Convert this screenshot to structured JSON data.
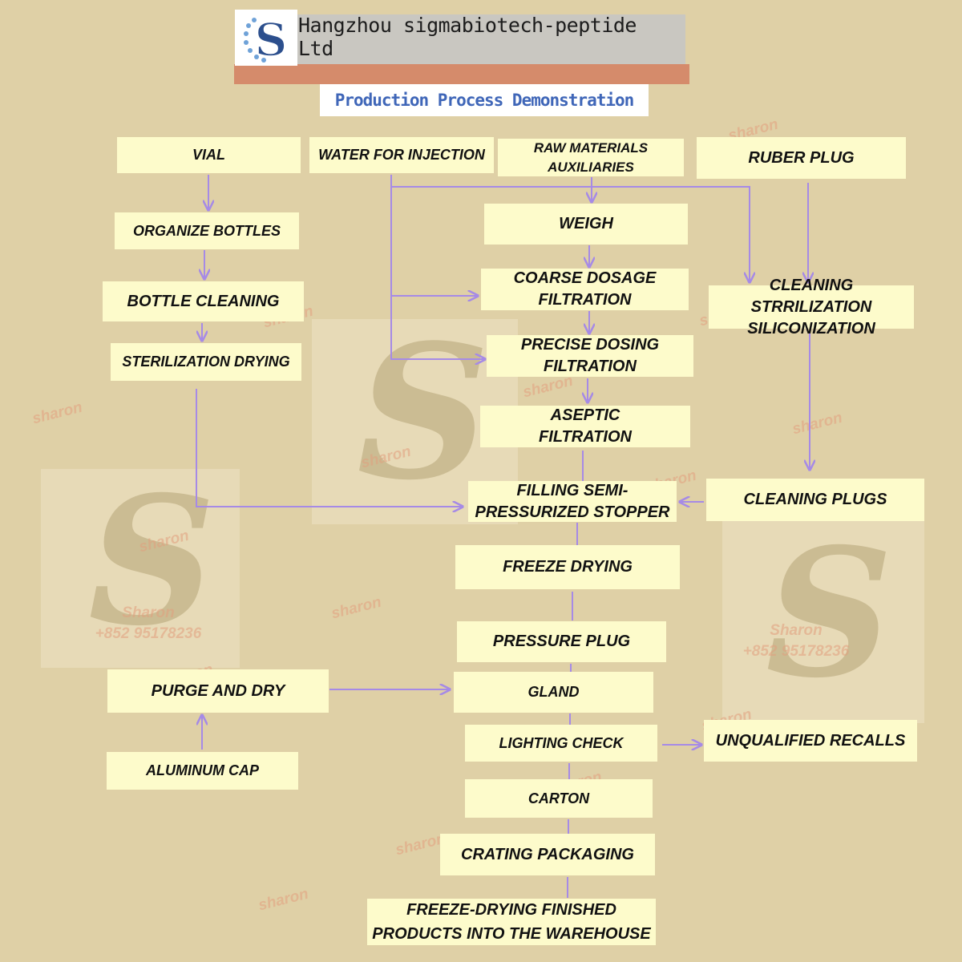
{
  "header": {
    "company": "Hangzhou sigmabiotech-peptide Ltd",
    "subtitle": "Production Process Demonstration",
    "logo_letter": "S"
  },
  "nodes": {
    "vial": "VIAL",
    "water_for_injection": "WATER FOR INJECTION",
    "raw_materials": "RAW MATERIALS\nAUXILIARIES",
    "ruber_plug": "RUBER PLUG",
    "organize_bottles": "ORGANIZE BOTTLES",
    "weigh": "WEIGH",
    "bottle_cleaning": "BOTTLE CLEANING",
    "coarse_dosage": "COARSE DOSAGE\nFILTRATION",
    "cleaning_sterilization": "CLEANING STRRILIZATION\nSILICONIZATION",
    "sterilization_drying": "STERILIZATION DRYING",
    "precise_dosing": "PRECISE DOSING\nFILTRATION",
    "aseptic_filtration": "ASEPTIC\nFILTRATION",
    "filling": "FILLING SEMI-\nPRESSURIZED STOPPER",
    "cleaning_plugs": "CLEANING PLUGS",
    "freeze_drying": "FREEZE DRYING",
    "pressure_plug": "PRESSURE PLUG",
    "purge_and_dry": "PURGE AND DRY",
    "gland": "GLAND",
    "lighting_check": "LIGHTING CHECK",
    "unqualified_recalls": "UNQUALIFIED RECALLS",
    "aluminum_cap": "ALUMINUM CAP",
    "carton": "CARTON",
    "crating_packaging": "CRATING PACKAGING",
    "finished_products": "FREEZE-DRYING FINISHED\nPRODUCTS INTO THE WAREHOUSE"
  },
  "watermark": {
    "text": "sharon",
    "contact_name": "Sharon",
    "contact_phone": "+852 95178236"
  },
  "colors": {
    "background": "#dfd0a6",
    "box": "#fdfbcb",
    "connector": "#a68ae6",
    "header_bar": "#d58b6b",
    "subtitle_text": "#3f66b8",
    "watermark": "#e19e7d"
  }
}
